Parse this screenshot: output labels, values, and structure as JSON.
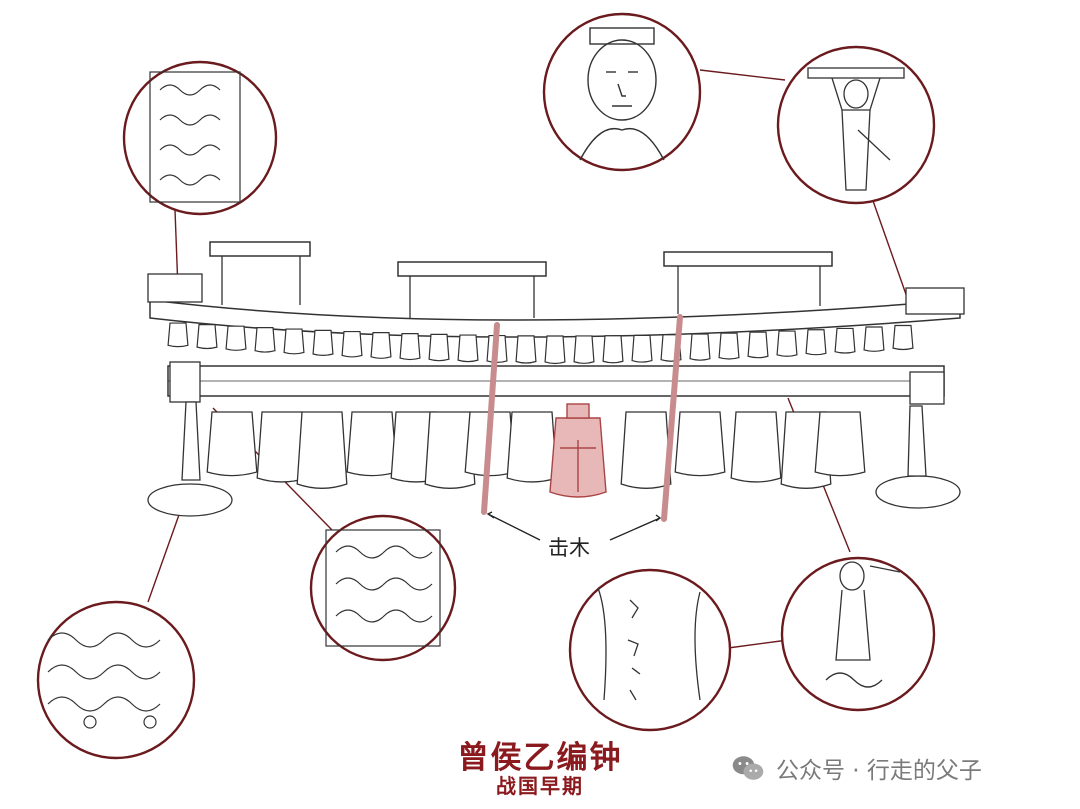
{
  "title": {
    "main": "曾侯乙编钟",
    "subtitle": "战国早期"
  },
  "labels": {
    "striking_beam": "击木"
  },
  "watermark": {
    "text": "公众号 · 行走的父子",
    "icon": "wechat-icon"
  },
  "colors": {
    "accent": "#8b1a1e",
    "highlight_bell": "#e8b8b8",
    "beam": "#d9a6a8",
    "line": "#333333"
  }
}
